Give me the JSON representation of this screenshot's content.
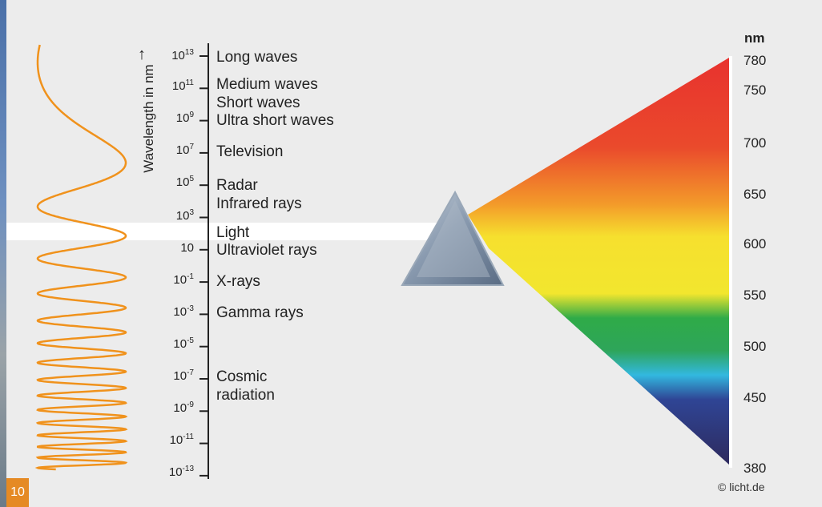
{
  "page_number": "10",
  "axis_title": "Wavelength in nm",
  "axis_arrow": "↑",
  "wavelength_ticks": [
    {
      "base": "10",
      "exp": "13"
    },
    {
      "base": "10",
      "exp": "11"
    },
    {
      "base": "10",
      "exp": "9"
    },
    {
      "base": "10",
      "exp": "7"
    },
    {
      "base": "10",
      "exp": "5"
    },
    {
      "base": "10",
      "exp": "3"
    },
    {
      "base": "10",
      "exp": ""
    },
    {
      "base": "10",
      "exp": "-1"
    },
    {
      "base": "10",
      "exp": "-3"
    },
    {
      "base": "10",
      "exp": "-5"
    },
    {
      "base": "10",
      "exp": "-7"
    },
    {
      "base": "10",
      "exp": "-9"
    },
    {
      "base": "10",
      "exp": "-11"
    },
    {
      "base": "10",
      "exp": "-13"
    }
  ],
  "radiation_labels": [
    "Long waves",
    "Medium waves",
    "Short waves",
    "Ultra short waves",
    "Television",
    "Radar",
    "Infrared rays",
    "Light",
    "Ultraviolet rays",
    "X-rays",
    "Gamma rays",
    "Cosmic",
    "radiation"
  ],
  "spectrum_unit": "nm",
  "spectrum_scale": [
    "780",
    "750",
    "700",
    "650",
    "600",
    "550",
    "500",
    "450",
    "380"
  ],
  "spectrum_colors": {
    "red": "#e8322e",
    "orange": "#f39a2a",
    "yellow": "#f6e82e",
    "green": "#2fab48",
    "cyan": "#32b8df",
    "blue": "#2f4595",
    "violet": "#2e2a5e"
  },
  "wave_color": "#f0921c",
  "copyright": "© licht.de"
}
